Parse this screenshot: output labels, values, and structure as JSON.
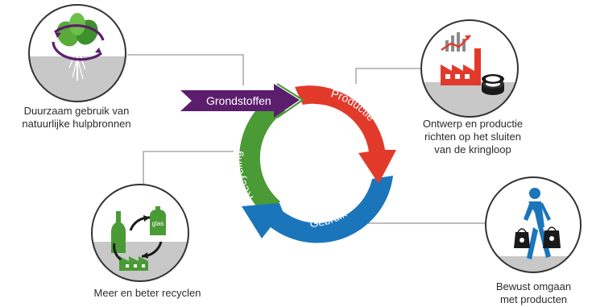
{
  "cycle": {
    "arrows": [
      {
        "key": "grondstoffen",
        "label": "Grondstoffen",
        "color": "#5b1e6d"
      },
      {
        "key": "productie",
        "label": "Productie",
        "color": "#e23a2a"
      },
      {
        "key": "gebruik",
        "label": "Gebruik",
        "color": "#1b75bb"
      },
      {
        "key": "recycling",
        "label": "Recycling",
        "color": "#4a9a35"
      }
    ]
  },
  "stations": {
    "top_left": {
      "icon": "plant-cycle-icon",
      "caption_lines": [
        "Duurzaam gebruik van",
        "natuurlijke hulpbronnen"
      ]
    },
    "top_right": {
      "icon": "factory-chart-icon",
      "caption_lines": [
        "Ontwerp en productie",
        "richten op het sluiten",
        "van de kringloop"
      ]
    },
    "bottom_left": {
      "icon": "glass-recycling-icon",
      "icon_text": "glas",
      "caption_lines": [
        "Meer en beter recyclen"
      ]
    },
    "bottom_right": {
      "icon": "person-shopping-icon",
      "caption_lines": [
        "Bewust omgaan",
        "met producten"
      ]
    }
  },
  "colors": {
    "circle_border": "#333333",
    "connector": "#999999",
    "ground": "#c8c8c8"
  }
}
